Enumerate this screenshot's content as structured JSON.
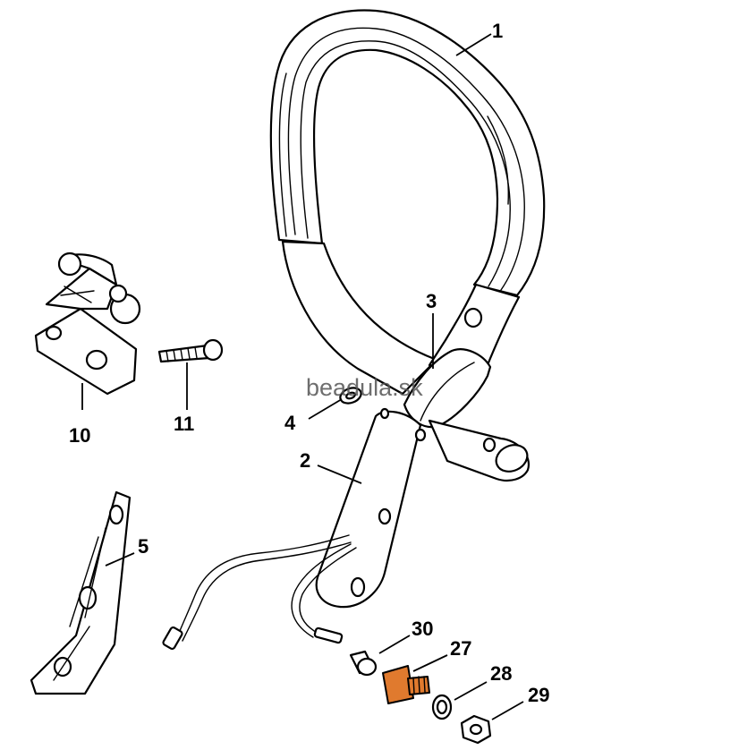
{
  "watermark": "beadula.sk",
  "callouts": [
    "1",
    "2",
    "3",
    "4",
    "5",
    "10",
    "11",
    "27",
    "28",
    "29",
    "30"
  ],
  "colors": {
    "highlight": "#e07a2e",
    "line": "#000000",
    "background": "#ffffff"
  }
}
